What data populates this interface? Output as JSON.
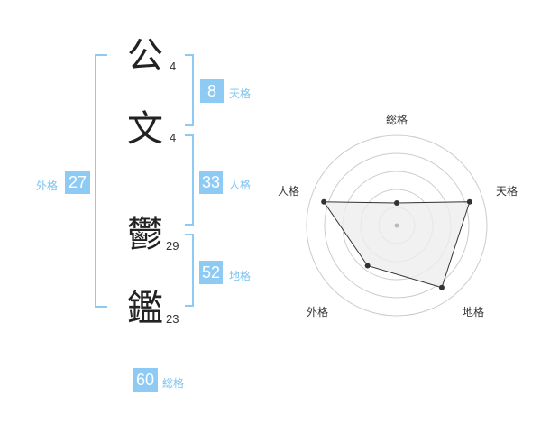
{
  "name": {
    "chars": [
      {
        "char": "公",
        "strokes": "4"
      },
      {
        "char": "文",
        "strokes": "4"
      },
      {
        "char": "鬱",
        "strokes": "29"
      },
      {
        "char": "鑑",
        "strokes": "23"
      }
    ]
  },
  "fortune": {
    "tenkaku": {
      "value": "8",
      "label": "天格"
    },
    "jinkaku": {
      "value": "33",
      "label": "人格"
    },
    "chikaku": {
      "value": "52",
      "label": "地格"
    },
    "gaikaku": {
      "value": "27",
      "label": "外格"
    },
    "soukaku": {
      "value": "60",
      "label": "総格"
    }
  },
  "radar": {
    "axes": [
      "総格",
      "天格",
      "地格",
      "外格",
      "人格"
    ],
    "values": [
      0.25,
      0.85,
      0.85,
      0.55,
      0.85
    ],
    "colors": {
      "grid": "#cccccc",
      "fill": "#eeeeee",
      "line": "#333333",
      "point": "#333333",
      "center": "#bbbbbb"
    }
  },
  "colors": {
    "accent": "#8dcbf5",
    "label": "#7cc2ef"
  }
}
